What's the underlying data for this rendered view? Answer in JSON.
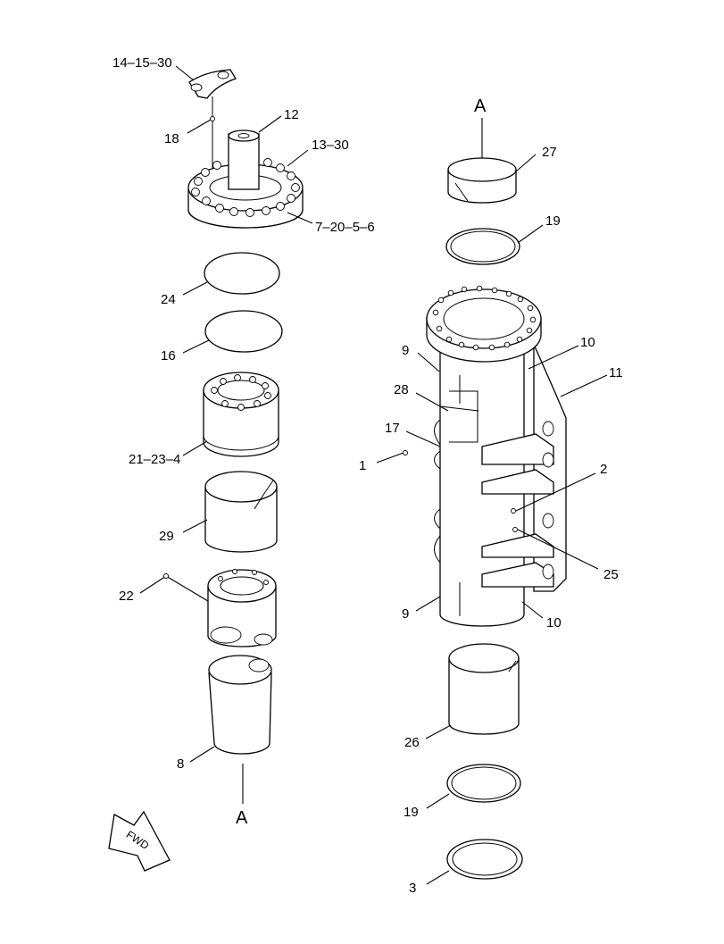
{
  "callouts": {
    "c14_15_30": "14–15–30",
    "c12": "12",
    "c18": "18",
    "c13_30": "13–30",
    "c7_20_5_6": "7–20–5–6",
    "c24": "24",
    "c16": "16",
    "c21_23_4": "21–23–4",
    "c29": "29",
    "c22": "22",
    "c8": "8",
    "cA_bottom": "A",
    "cA_top": "A",
    "c27": "27",
    "c19_top": "19",
    "c10_top": "10",
    "c9_top": "9",
    "c11": "11",
    "c28": "28",
    "c17": "17",
    "c1": "1",
    "c2": "2",
    "c25": "25",
    "c9_bottom": "9",
    "c10_bottom": "10",
    "c26": "26",
    "c19_bottom": "19",
    "c3": "3"
  },
  "fwd_label": "FWD",
  "colors": {
    "line": "#000000",
    "background": "#ffffff"
  }
}
